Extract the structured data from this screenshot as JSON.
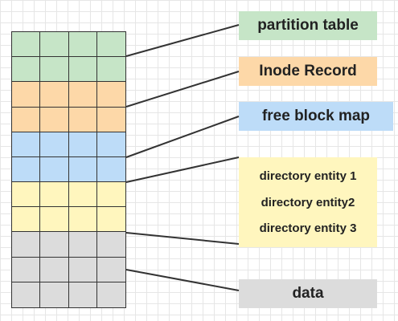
{
  "labels": {
    "partition_table": "partition table",
    "inode_record": "Inode Record",
    "free_block_map": "free block map",
    "directory_entities": [
      "directory entity 1",
      "directory entity2",
      "directory entity 3"
    ],
    "data": "data"
  },
  "colors": {
    "green": "#c6e5c7",
    "orange": "#fdd8a8",
    "blue": "#bddcf8",
    "yellow": "#fff6be",
    "gray": "#dcdcdc",
    "grid_line": "#333333",
    "connector": "#333333"
  },
  "block_rows": [
    "green",
    "green",
    "orange",
    "orange",
    "blue",
    "blue",
    "yellow",
    "yellow",
    "gray",
    "gray",
    "gray"
  ]
}
